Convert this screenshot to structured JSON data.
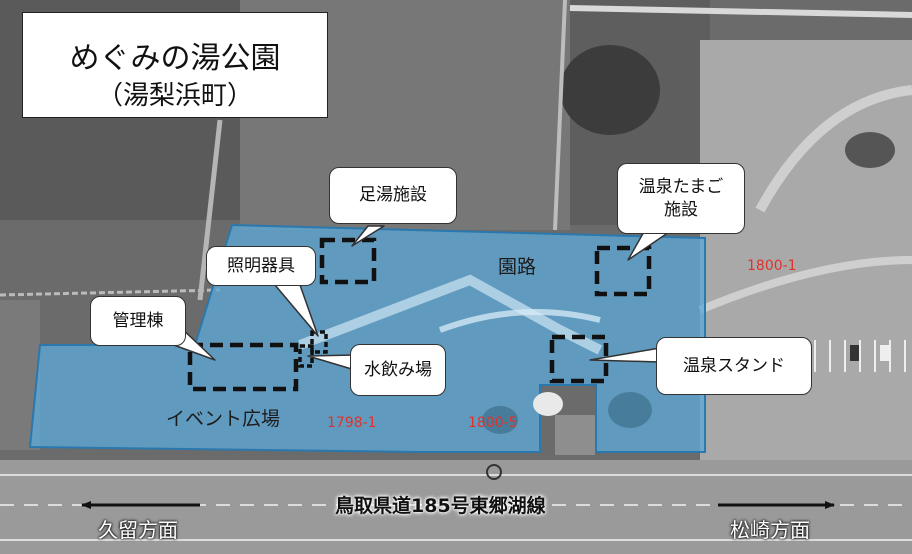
{
  "title": {
    "main": "めぐみの湯公園",
    "sub": "（湯梨浜町）"
  },
  "callouts": {
    "foot_bath": "足湯施設",
    "egg_line1": "温泉たまご",
    "egg_line2": "施設",
    "lighting": "照明器具",
    "management": "管理棟",
    "water_fountain": "水飲み場",
    "hot_spring_stand": "温泉スタンド"
  },
  "labels": {
    "path": "園路",
    "event_plaza": "イベント広場",
    "lot_1798_1": "1798-1",
    "lot_1800_5": "1800-5",
    "lot_1800_1": "1800-1"
  },
  "road": {
    "name": "鳥取県道185号東郷湖線",
    "left_direction": "久留方面",
    "right_direction": "松崎方面"
  },
  "colors": {
    "park_fill": "#5ea8d6",
    "park_outline": "#2a78ad",
    "lot_number": "#e0322c"
  }
}
